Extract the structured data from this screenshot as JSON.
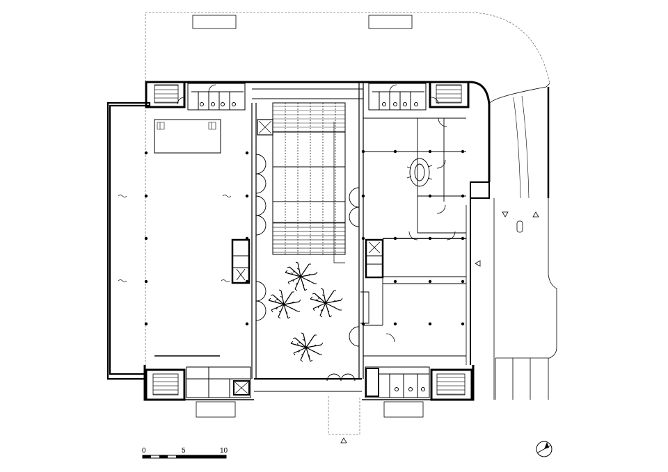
{
  "plan": {
    "scale_bar": {
      "labels": [
        "0",
        "5",
        "10"
      ]
    },
    "north_arrow": {
      "icon": "north-arrow-icon"
    },
    "colors": {
      "line": "#000000",
      "background": "#ffffff"
    }
  }
}
